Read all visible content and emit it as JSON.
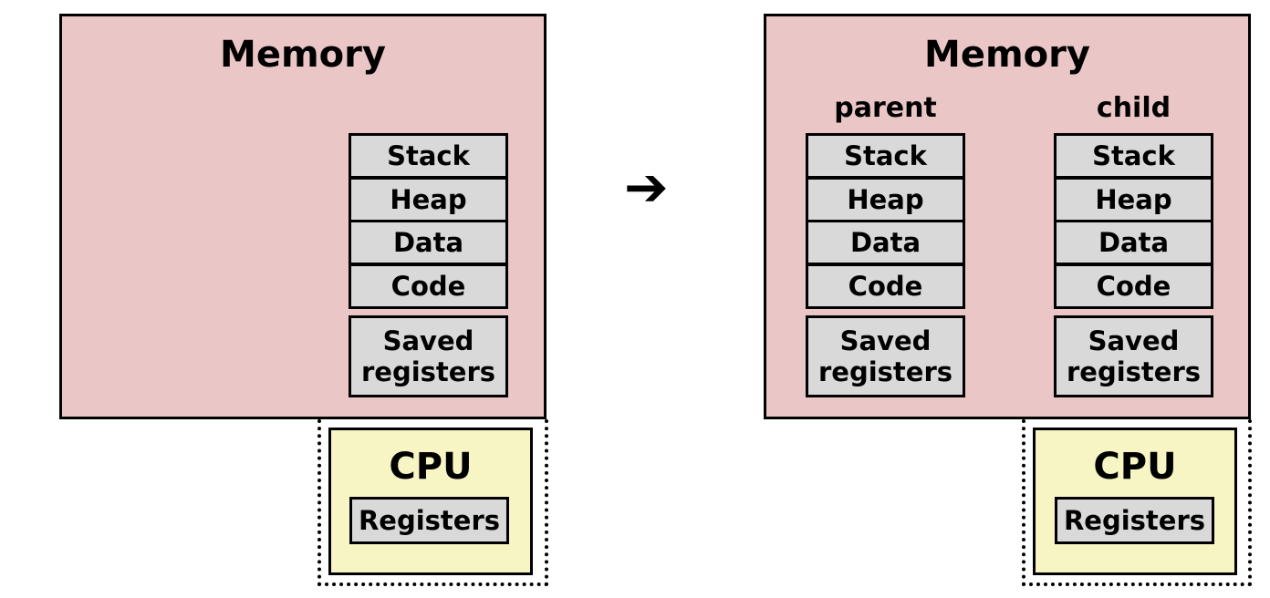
{
  "left": {
    "memory_title": "Memory",
    "segments": [
      "Stack",
      "Heap",
      "Data",
      "Code"
    ],
    "saved": [
      "Saved",
      "registers"
    ],
    "cpu_title": "CPU",
    "registers": "Registers"
  },
  "arrow": "➔",
  "right": {
    "memory_title": "Memory",
    "parent": {
      "label": "parent",
      "segments": [
        "Stack",
        "Heap",
        "Data",
        "Code"
      ],
      "saved": [
        "Saved",
        "registers"
      ]
    },
    "child": {
      "label": "child",
      "segments": [
        "Stack",
        "Heap",
        "Data",
        "Code"
      ],
      "saved": [
        "Saved",
        "registers"
      ]
    },
    "cpu_title": "CPU",
    "registers": "Registers"
  }
}
